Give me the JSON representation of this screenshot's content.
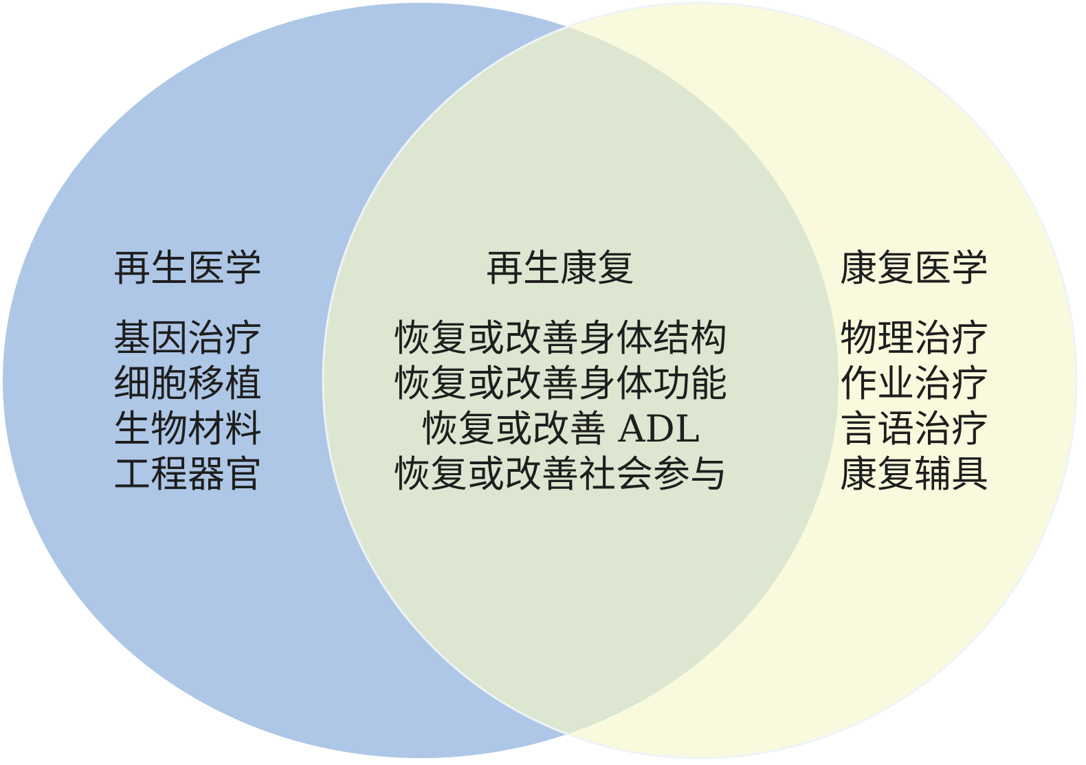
{
  "colors": {
    "left_circle": "#aec7e6",
    "right_circle": "#f9fadd",
    "intersection": "#dde6d0",
    "circle_edge": "#eef3f8",
    "text": "#1e1e1e"
  },
  "left": {
    "title": "再生医学",
    "items": [
      "基因治疗",
      "细胞移植",
      "生物材料",
      "工程器官"
    ]
  },
  "center": {
    "title": "再生康复",
    "items": [
      "恢复或改善身体结构",
      "恢复或改善身体功能",
      "恢复或改善 ADL",
      "恢复或改善社会参与"
    ]
  },
  "right": {
    "title": "康复医学",
    "items": [
      "物理治疗",
      "作业治疗",
      "言语治疗",
      "康复辅具"
    ]
  }
}
